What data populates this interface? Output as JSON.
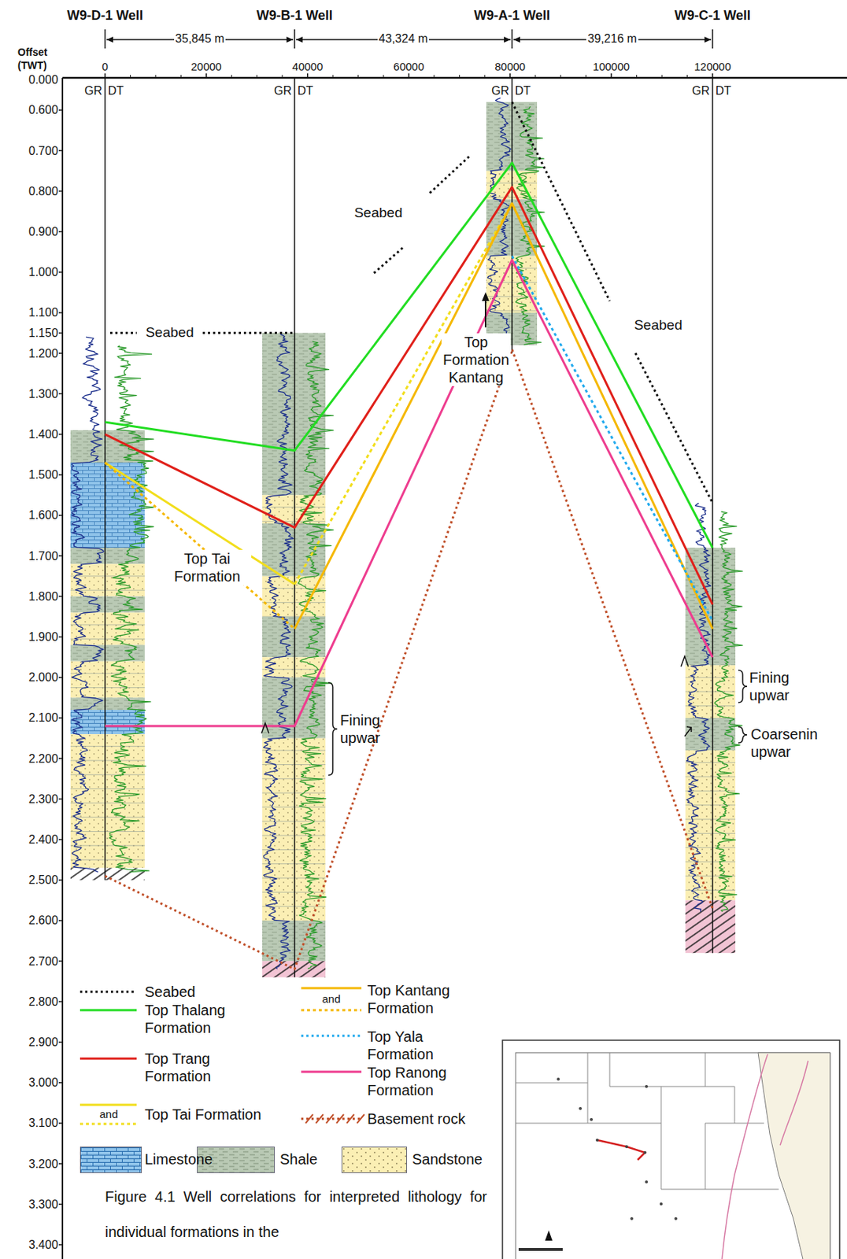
{
  "diagram": {
    "caption": "Figure 4.1 Well correlations for interpreted lithology for individual formations in the",
    "labels": [
      "W9-D-1 Well",
      "W9-B-1 Well",
      "W9-A-1 Well",
      "W9-C-1 Well",
      "Offset",
      "(TWT)",
      "35,845 m",
      "43,324 m",
      "39,216 m",
      "0",
      "20000",
      "40000",
      "60000",
      "80000",
      "100000",
      "120000",
      "GR",
      "DT",
      "GR",
      "DT",
      "GR",
      "DT",
      "GR",
      "DT",
      "0.000",
      "0.600",
      "0.700",
      "0.800",
      "0.900",
      "1.000",
      "1.100",
      "1.150",
      "1.200",
      "1.300",
      "1.400",
      "1.500",
      "1.600",
      "1.700",
      "1.800",
      "1.900",
      "2.000",
      "2.100",
      "2.200",
      "2.300",
      "2.400",
      "2.500",
      "2.600",
      "2.700",
      "2.800",
      "2.900",
      "3.000",
      "3.100",
      "3.200",
      "3.300",
      "3.400",
      "Seabed",
      "Seabed",
      "Seabed",
      "Top Tai Formation",
      "Top Formation Kantang",
      "Fining upwar",
      "Fining upwar",
      "Coarsenin upwar",
      "and",
      "and"
    ],
    "legend": [
      {
        "text": "Seabed"
      },
      {
        "text": "Top Thalang Formation"
      },
      {
        "text": "Top Trang Formation"
      },
      {
        "text": "Top Tai Formation"
      },
      {
        "text": "Top Kantang Formation"
      },
      {
        "text": "Top Yala Formation"
      },
      {
        "text": "Top Ranong Formation"
      },
      {
        "text": "Basement rock"
      },
      {
        "text": "Limestone",
        "color": "#8fc3ea"
      },
      {
        "text": "Shale",
        "color": "#b9c9b4"
      },
      {
        "text": "Sandstone",
        "color": "#fbefb4"
      }
    ]
  }
}
